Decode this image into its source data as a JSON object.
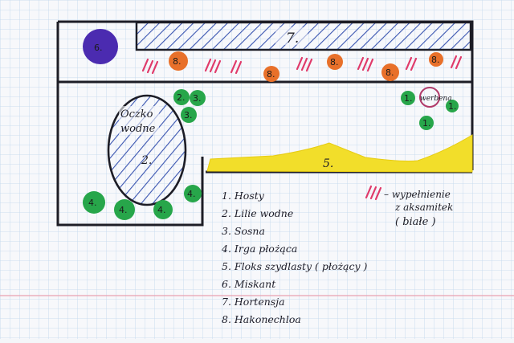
{
  "zones": {
    "bed_label": "7.",
    "pond_label_line1": "Oczko",
    "pond_label_line2": "wodne",
    "pond_number": "2.",
    "border_label": "5."
  },
  "plants": {
    "miskant": "6.",
    "hakonechloa": "8.",
    "hosta": "1.",
    "sosna": "3.",
    "dwarf_pine_pond_a": "2.",
    "dwarf_pine_pond_b": "3.",
    "iris": "4.",
    "pond_two": "2.",
    "ring_label": "werbena"
  },
  "annotation": {
    "line1": "– wypełnienie",
    "line2": "z aksamitek",
    "line3": "( białe )"
  },
  "legend": [
    "1. Hosty",
    "2. Lilie wodne",
    "3. Sosna",
    "4. Irga płożąca",
    "5. Floks szydlasty ( płożący )",
    "6. Miskant",
    "7. Hortensja",
    "8. Hakonechloa"
  ],
  "colors": {
    "grid": "#b9d3ea",
    "ink": "#1d1d26",
    "blue_hatch": "#3a55b0",
    "purple": "#4b2bb0",
    "orange": "#e8702a",
    "green": "#27a64a",
    "yellow": "#f2de2a",
    "pink": "#e03a6a",
    "pink_ring": "#b03a6a",
    "margin_line": "#e8a0b0"
  }
}
